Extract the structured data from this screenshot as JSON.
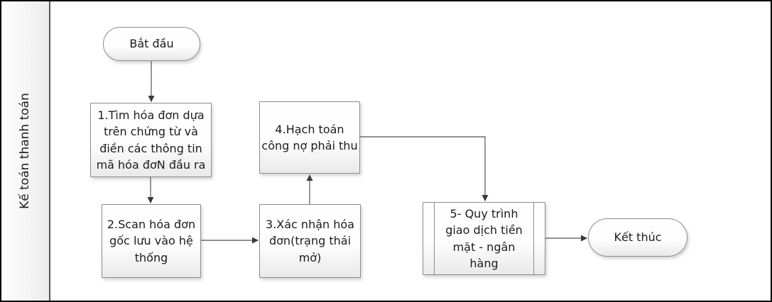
{
  "diagram": {
    "type": "swimlane-flowchart",
    "lane": {
      "title": "Kế toán thanh toán"
    },
    "nodes": {
      "start": {
        "label": "Bắt đầu",
        "shape": "terminator"
      },
      "step1": {
        "label": "1.Tìm hóa đơn dựa trên chứng từ và điền các thông tin mã hóa đơN đầu ra",
        "shape": "process"
      },
      "step2": {
        "label": "2.Scan hóa đơn gốc lưu vào hệ thống",
        "shape": "process"
      },
      "step3": {
        "label": "3.Xác nhận hóa đơn(trạng thái mở)",
        "shape": "process"
      },
      "step4": {
        "label": "4.Hạch toán công nợ phải thu",
        "shape": "process"
      },
      "step5": {
        "label": "5- Quy trình giao dịch tiền mặt - ngân hàng",
        "shape": "predefined-process"
      },
      "end": {
        "label": "Kết thúc",
        "shape": "terminator"
      }
    },
    "connections": [
      {
        "from": "start",
        "to": "step1",
        "direction": "down"
      },
      {
        "from": "step1",
        "to": "step2",
        "direction": "down"
      },
      {
        "from": "step2",
        "to": "step3",
        "direction": "right"
      },
      {
        "from": "step3",
        "to": "step4",
        "direction": "up"
      },
      {
        "from": "step4",
        "to": "step5",
        "direction": "right-then-down"
      },
      {
        "from": "step5",
        "to": "end",
        "direction": "right"
      }
    ],
    "colors": {
      "outer_border": "#000000",
      "lane_divider": "#585858",
      "shape_border": "#8c8c8c",
      "shape_fill_top": "#fefefe",
      "shape_fill_bottom": "#e9e9e9",
      "connector_line": "#6b6b6b",
      "arrowhead": "#3a3a3a",
      "text": "#1c1c1c"
    }
  }
}
